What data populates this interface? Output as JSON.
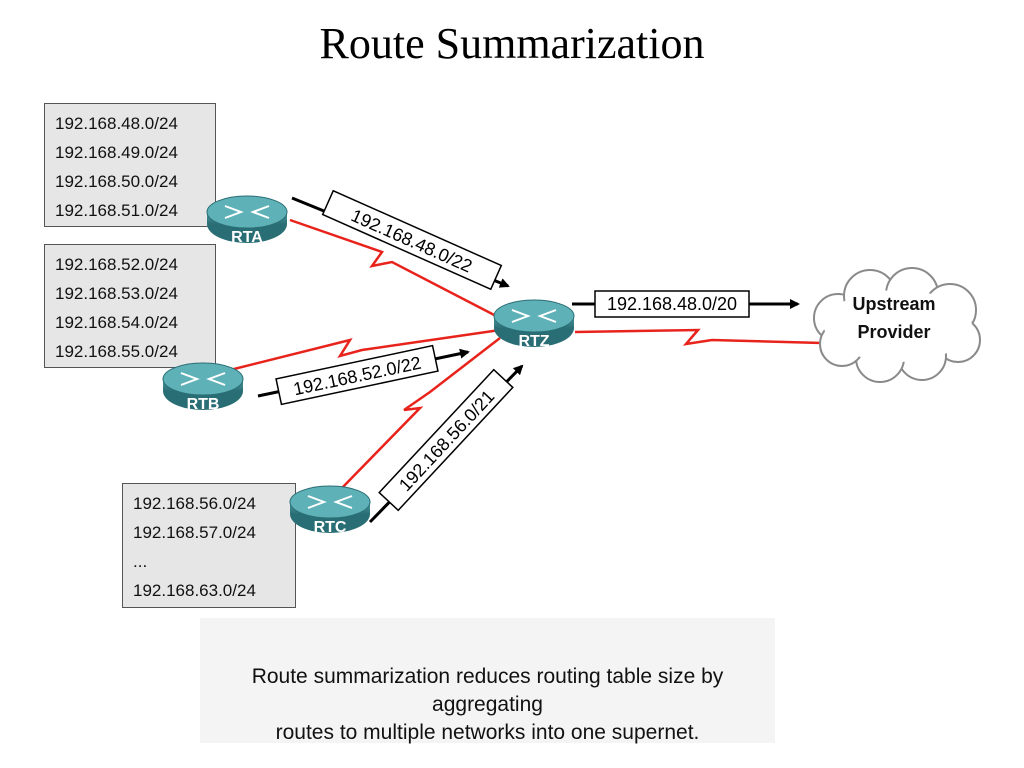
{
  "title": "Route Summarization",
  "networks": {
    "rta": [
      "192.168.48.0/24",
      "192.168.49.0/24",
      "192.168.50.0/24",
      "192.168.51.0/24"
    ],
    "rtb": [
      "192.168.52.0/24",
      "192.168.53.0/24",
      "192.168.54.0/24",
      "192.168.55.0/24"
    ],
    "rtc": [
      "192.168.56.0/24",
      "192.168.57.0/24",
      "...",
      "192.168.63.0/24"
    ]
  },
  "routers": {
    "rta": "RTA",
    "rtb": "RTB",
    "rtc": "RTC",
    "rtz": "RTZ"
  },
  "summaries": {
    "rta": "192.168.48.0/22",
    "rtb": "192.168.52.0/22",
    "rtc": "192.168.56.0/21",
    "rtz": "192.168.48.0/20"
  },
  "cloud": {
    "line1": "Upstream",
    "line2": "Provider"
  },
  "caption": {
    "line1": "Route summarization reduces routing table size by aggregating",
    "line2": "routes to multiple networks into one supernet."
  },
  "colors": {
    "link": "#e8231c",
    "router": "#3c8a91",
    "arrow": "#000000"
  }
}
